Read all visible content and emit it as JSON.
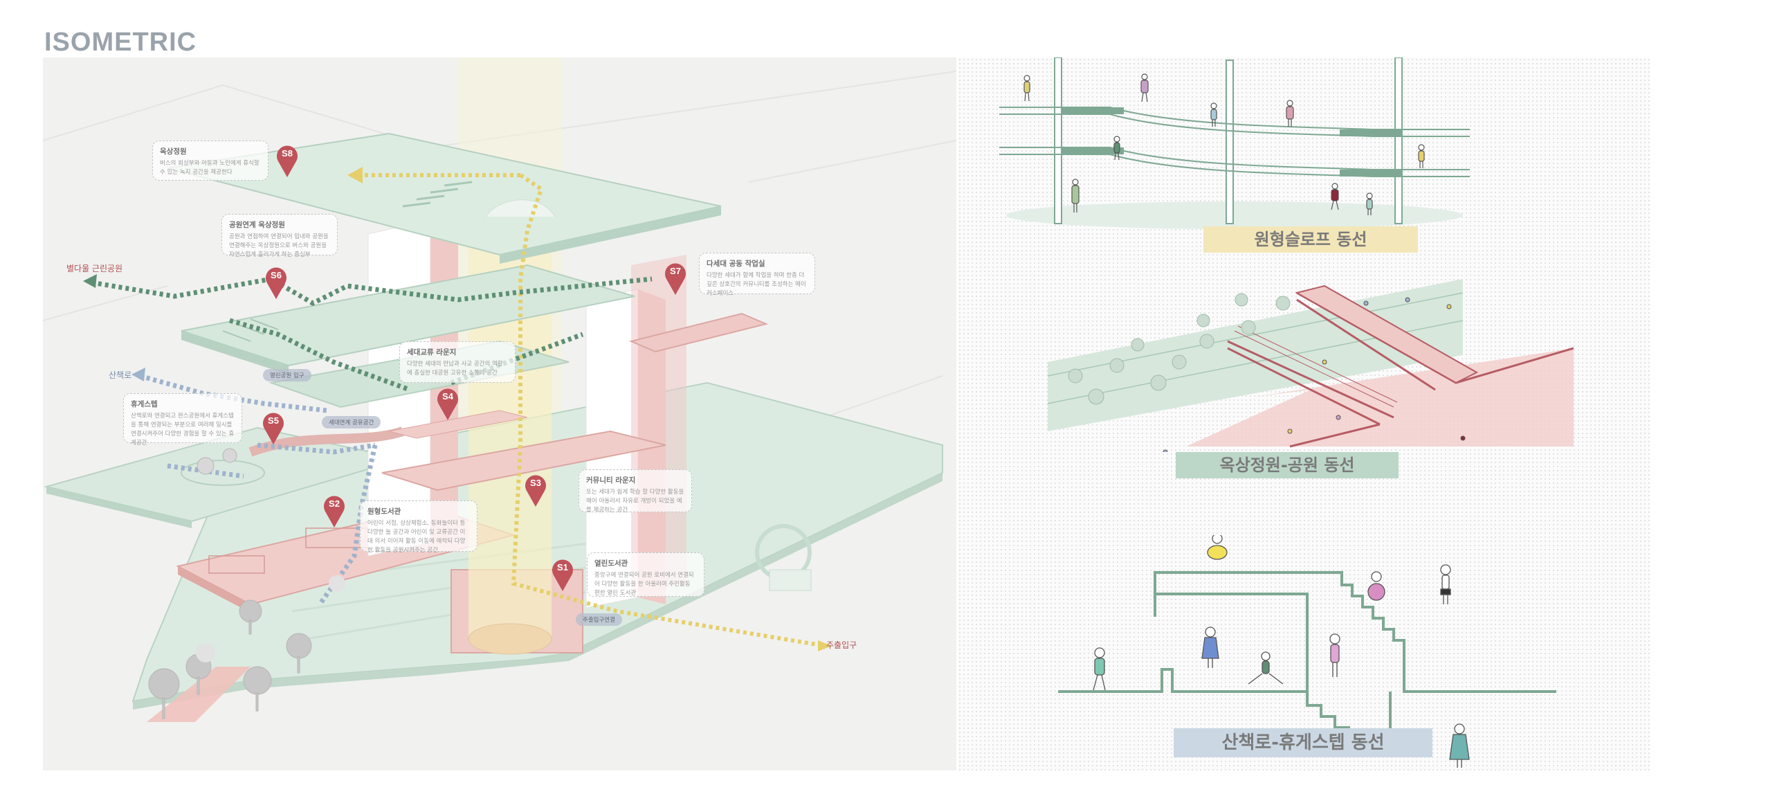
{
  "page_title": "ISOMETRIC",
  "colors": {
    "accent_red": "#c0525a",
    "path_green": "#5e8f74",
    "path_blue": "#9eb3cc",
    "path_yellow": "#e6cf6a",
    "slab_green": "#cfe3d6",
    "slab_pink": "#efc9c6",
    "caption_yellow_bg": "#f3e6b8",
    "caption_green_bg": "#bcd7c8",
    "caption_blue_bg": "#cbd8e4"
  },
  "pins": [
    "S8",
    "S7",
    "S6",
    "S5",
    "S4",
    "S3",
    "S2",
    "S1"
  ],
  "callouts": [
    {
      "title": "옥상정원",
      "body": "버스의 회상부와 아동과 노인에게 휴식할 수 있는 녹지 공간을 제공한다"
    },
    {
      "title": "공원연계 옥상정원",
      "body": "공원과 연접하여 연결되어 입내와 공원을 연결해주는 옥상정원으로 버스와 공원을 자연스럽게 흘러가게 하는 중심부"
    },
    {
      "title": "다세대 공동 작업실",
      "body": "다양한 세대가 함께 작업을 하며 한층 더 깊은 상호간의 커뮤니티를 조성하는 메이커스페이스"
    },
    {
      "title": "세대교류 라운지",
      "body": "다양한 세대의 만남과 사교 공간의 역할에 충실한 대공원 고유한 소통의 공간"
    },
    {
      "title": "휴게스텝",
      "body": "산책로와 연결되고 완스공원에서 휴게스텝을 통해 연결되는 부분으로 여러해 일시를 연결시켜주어 다양한 경험을 할 수 있는 휴게공간"
    },
    {
      "title": "커뮤니티 라운지",
      "body": "또는 세대가 쉽게 학습 할 다양한 활동을 해어 아울러서 자유로 개방이 되었을 예를 제공하는 공간"
    },
    {
      "title": "원형도서관",
      "body": "어린이 서점, 상상체험소, 동화놀이터 등 다양한 놀 공간과 어린이 및 교류공간 이 대 의서 이어져 활동 이동에 애착되 다양한 활동을 공원시켜주는 공간"
    },
    {
      "title": "열린도서관",
      "body": "중앙구에 연결되어 공원 로비에서 연결되어 다양한 활동을 한 아울러며 주민활동 편한 열린 도서관"
    }
  ],
  "pills": [
    "열린공원 입구",
    "세대연계 공유공간",
    "주출입구연결"
  ],
  "ext_labels": [
    "별다울 근린공원",
    "산책로",
    "주출입구"
  ],
  "captions": [
    "원형슬로프 동선",
    "옥상정원-공원 동선",
    "산책로-휴게스텝 동선"
  ]
}
